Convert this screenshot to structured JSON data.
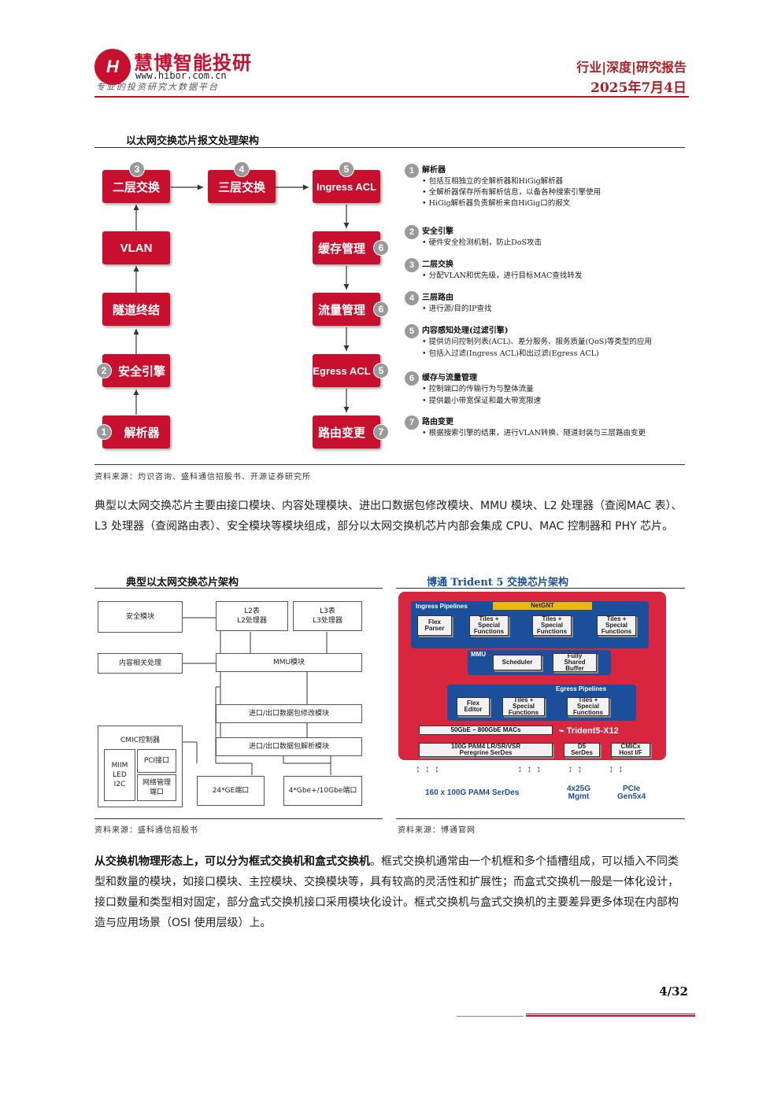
{
  "header": {
    "logo_mark": "H",
    "logo_name": "慧博智能投研",
    "logo_url": "www.hibor.com.cn",
    "logo_slogan": "专业的投资研究大数据平台",
    "report_type": "行业|深度|研究报告",
    "date": "2025年7月4日"
  },
  "figure1": {
    "title": "以太网交换芯片报文处理架构",
    "boxes": [
      {
        "label": "二层交换",
        "num": "3"
      },
      {
        "label": "三层交换",
        "num": "4"
      },
      {
        "label": "Ingress ACL",
        "num": "5"
      },
      {
        "label": "VLAN",
        "num": ""
      },
      {
        "label": "缓存管理",
        "num": "6"
      },
      {
        "label": "隧道终结",
        "num": ""
      },
      {
        "label": "流量管理",
        "num": "6"
      },
      {
        "label": "安全引擎",
        "num": "2"
      },
      {
        "label": "Egress ACL",
        "num": "5"
      },
      {
        "label": "解析器",
        "num": "1"
      },
      {
        "label": "路由变更",
        "num": "7"
      }
    ],
    "descriptions": [
      {
        "num": "1",
        "head": "解析器",
        "items": [
          "包括互相独立的全解析器和HiGig解析器",
          "全解析器保存所有解析信息，以备各种搜索引擎使用",
          "HiGig解析器负责解析来自HiGig口的报文"
        ]
      },
      {
        "num": "2",
        "head": "安全引擎",
        "items": [
          "硬件安全检测机制，防止DoS攻击"
        ]
      },
      {
        "num": "3",
        "head": "二层交换",
        "items": [
          "分配VLAN和优先级，进行目标MAC查找转发"
        ]
      },
      {
        "num": "4",
        "head": "三层路由",
        "items": [
          "进行源/目的IP查找"
        ]
      },
      {
        "num": "5",
        "head": "内容感知处理(过滤引擎)",
        "items": [
          "提供访问控制列表(ACL)、差分服务、服务质量(QoS)等类型的应用",
          "包括入过滤(Ingress ACL)和出过滤(Egress ACL)"
        ]
      },
      {
        "num": "6",
        "head": "缓存与流量管理",
        "items": [
          "控制端口的传输行为与整体流量",
          "提供最小带宽保证和最大带宽限速"
        ]
      },
      {
        "num": "7",
        "head": "路由变更",
        "items": [
          "根据搜索引擎的结果，进行VLAN转换、隧道封装与三层路由变更"
        ]
      }
    ],
    "source": "资料来源：灼识咨询、盛科通信招股书、开源证券研究所"
  },
  "paragraph1": "典型以太网交换芯片主要由接口模块、内容处理模块、进出口数据包修改模块、MMU 模块、L2 处理器（查阅MAC 表）、L3 处理器（查阅路由表）、安全模块等模块组成，部分以太网交换机芯片内部会集成 CPU、MAC 控制器和 PHY 芯片。",
  "figure2": {
    "title": "典型以太网交换芯片架构",
    "boxes": {
      "security": "安全模块",
      "content": "内容相关处理",
      "l2": "L2表\nL2处理器",
      "l3": "L3表\nL3处理器",
      "mmu": "MMU模块",
      "modify": "进口/出口数据包修改模块",
      "parse": "进口/出口数据包解析模块",
      "cmic": "CMIC控制器",
      "miim": "MIIM\nLED\nI2C",
      "pci": "PCI接口",
      "netmgmt": "网络管理\n端口",
      "ge": "24*GE端口",
      "gbe": "4*Gbe+/10Gbe端口"
    },
    "source": "资料来源：盛科通信招股书"
  },
  "figure3": {
    "title": "博通 Trident 5 交换芯片架构",
    "ingress": "Ingress Pipelines",
    "netgnt": "NetGNT",
    "flex_parser": "Flex\nParser",
    "tiles": "Tiles +\nSpecial\nFunctions",
    "mmu": "MMU",
    "scheduler": "Scheduler",
    "shared_buffer": "Fully\nShared\nBuffer",
    "egress": "Egress Pipelines",
    "flex_editor": "Flex\nEditor",
    "macs": "50GbE – 800GbE MACs",
    "chip_name": "Trident5-X12",
    "serdes": "100G PAM4 LR/SR/VSR\nPeregrine SerDes",
    "d5": "D5\nSerDes",
    "cmicx": "CMICx\nHost I/F",
    "bottom1": "160 x 100G PAM4 SerDes",
    "bottom2": "4x25G\nMgmt",
    "bottom3": "PCIe\nGen5x4",
    "source": "资料来源：博通官网"
  },
  "paragraph2_bold": "从交换机物理形态上，可以分为框式交换机和盒式交换机",
  "paragraph2": "。框式交换机通常由一个机框和多个插槽组成，可以插入不同类型和数量的模块，如接口模块、主控模块、交换模块等，具有较高的灵活性和扩展性；而盒式交换机一般是一体化设计，接口数量和类型相对固定，部分盒式交换机接口采用模块化设计。框式交换机与盒式交换机的主要差异更多体现在内部构造与应用场景（OSI 使用层级）上。",
  "page_number": "4/32",
  "colors": {
    "brand_red": "#c8102e",
    "header_red": "#b01e23",
    "broadcom_red": "#d7263d",
    "broadcom_blue": "#1b4f9c"
  }
}
